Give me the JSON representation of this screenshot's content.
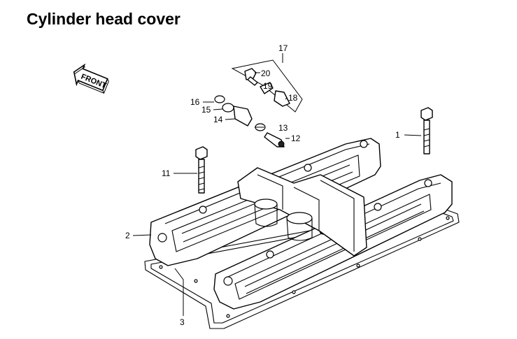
{
  "title": "Cylinder head cover",
  "front_label": "FRONT",
  "callouts": [
    {
      "id": "1",
      "text": "1"
    },
    {
      "id": "2",
      "text": "2"
    },
    {
      "id": "3",
      "text": "3"
    },
    {
      "id": "11",
      "text": "11"
    },
    {
      "id": "12",
      "text": "12"
    },
    {
      "id": "13",
      "text": "13"
    },
    {
      "id": "14",
      "text": "14"
    },
    {
      "id": "15",
      "text": "15"
    },
    {
      "id": "16",
      "text": "16"
    },
    {
      "id": "17",
      "text": "17"
    },
    {
      "id": "18",
      "text": "18"
    },
    {
      "id": "19",
      "text": "19"
    },
    {
      "id": "20",
      "text": "20"
    }
  ]
}
